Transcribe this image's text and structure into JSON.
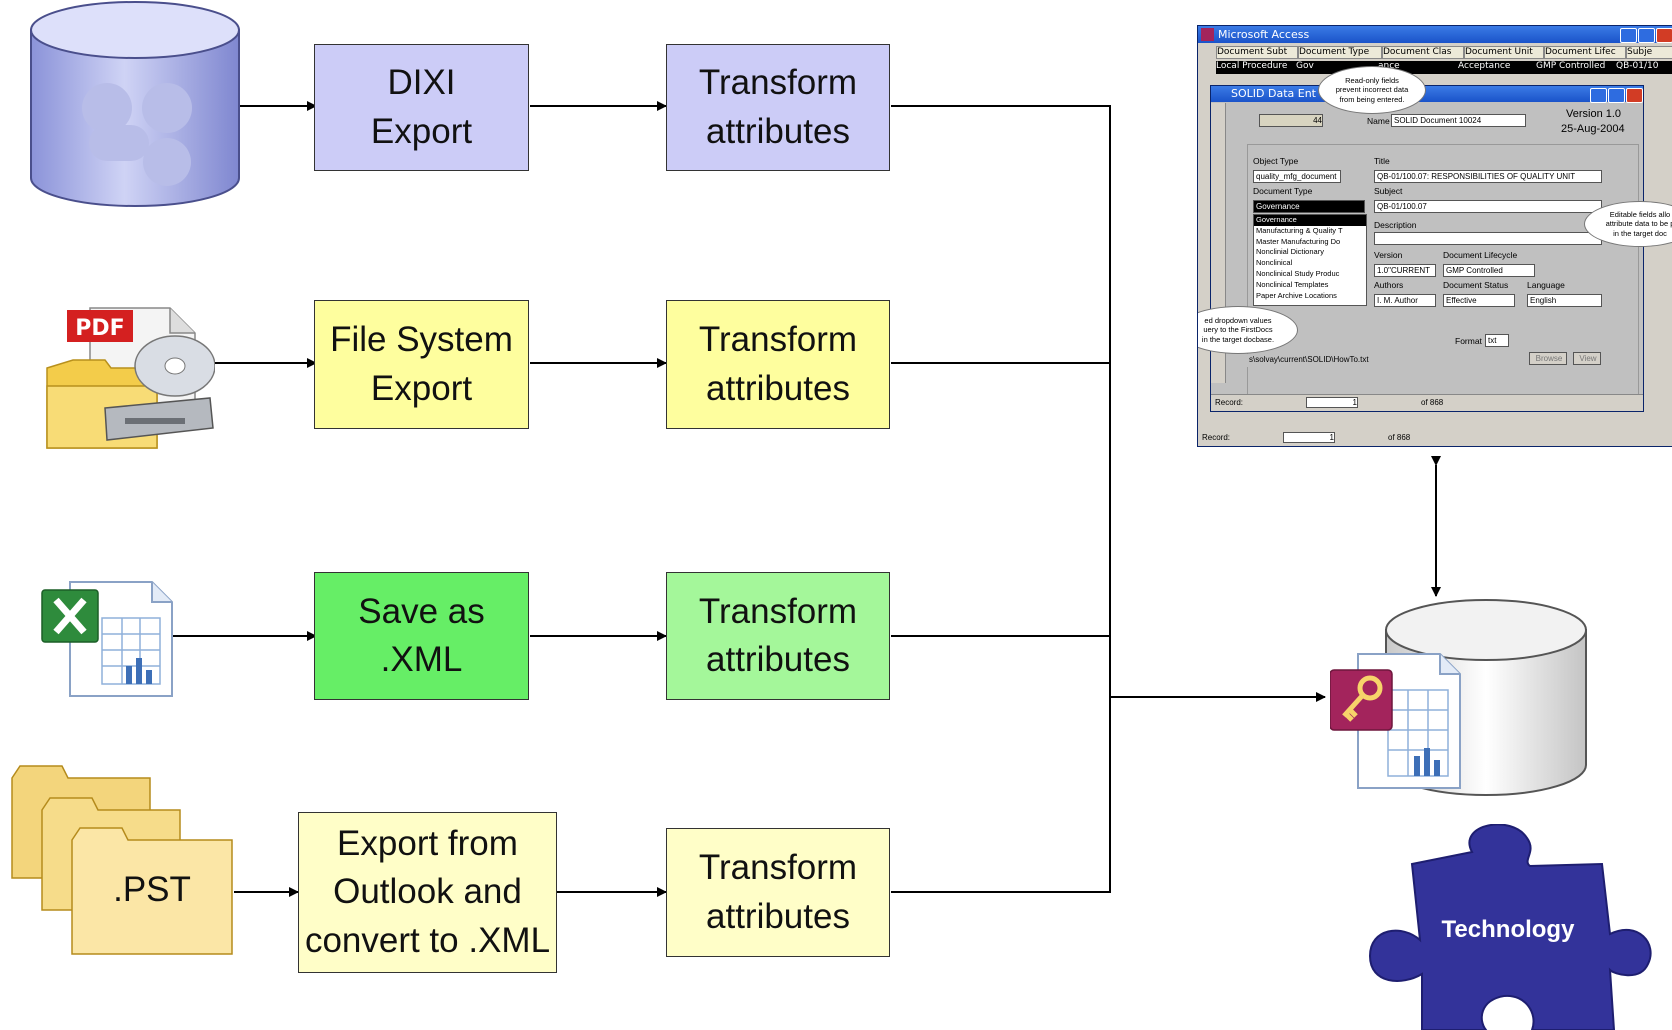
{
  "colors": {
    "dixi": "#ccccf7",
    "filesystem": "#fefe9e",
    "save_xml": "#66ee66",
    "save_xml_transform": "#a4f79a",
    "outlook": "#fffec8",
    "puzzle": "#33339a"
  },
  "flow": {
    "dixi": {
      "source_icon": "database-cylinder-icon",
      "export": "DIXI\nExport",
      "transform": "Transform\nattributes"
    },
    "filesystem": {
      "source_icon": "pdf-folder-cd-icon",
      "source_badge": "PDF",
      "export": "File System\nExport",
      "transform": "Transform\nattributes"
    },
    "excel": {
      "source_icon": "excel-file-icon",
      "export": "Save as\n.XML",
      "transform": "Transform\nattributes"
    },
    "outlook": {
      "source_icon": "pst-folders-icon",
      "source_label": ".PST",
      "export": "Export from\nOutlook and\nconvert to .XML",
      "transform": "Transform\nattributes"
    }
  },
  "target": {
    "icon": "access-database-icon"
  },
  "puzzle": {
    "label": "Technology"
  },
  "screenshot": {
    "outer_title": "Microsoft Access",
    "grid_headers": [
      "Document Subt",
      "Document Type",
      "Document Clas",
      "Document Unit",
      "Document Lifec",
      "Subje"
    ],
    "grid_row": [
      "Local Procedure",
      "Gov",
      "ance",
      "Acceptance",
      "GMP Controlled",
      "QB-01/10"
    ],
    "inner_title": "SOLID Data Ent",
    "record_id": "44",
    "name_label": "Name",
    "name_value": "SOLID Document 10024",
    "version": "Version 1.0",
    "date": "25-Aug-2004",
    "object_type_label": "Object Type",
    "object_type_value": "quality_mfg_document",
    "title_label": "Title",
    "title_value": "QB-01/100.07: RESPONSIBILITIES OF QUALITY UNIT",
    "doc_type_label": "Document Type",
    "doc_type_value": "Governance",
    "subject_label": "Subject",
    "subject_value": "QB-01/100.07",
    "description_label": "Description",
    "list_items": [
      "Governance",
      "Manufacturing & Quality T",
      "Master Manufacturing Do",
      "Nonclinial Dictionary",
      "Nonclinical",
      "Nonclinical Study Produc",
      "Nonclinical Templates",
      "Paper Archive Locations"
    ],
    "version_label": "Version",
    "version_value": "1.0\"CURRENT",
    "lifecycle_label": "Document Lifecycle",
    "lifecycle_value": "GMP Controlled",
    "authors_label": "Authors",
    "authors_value": "I. M. Author",
    "status_label": "Document Status",
    "status_value": "Effective",
    "language_label": "Language",
    "language_value": "English",
    "format_label": "Format",
    "format_value": "txt",
    "path_value": "s\\solvay\\current\\SOLID\\HowTo.txt",
    "browse": "Browse",
    "view": "View",
    "record_label": "Record:",
    "record_pos": "1",
    "record_of": "of  868",
    "callout_readonly": "Read-only fields\nprevent incorrect data\nfrom being entered.",
    "callout_editable": "Editable fields allo\nattribute data to be p\nin the target doc",
    "callout_dropdown": "ed dropdown values\nuery to the FirstDocs\nin the target docbase."
  }
}
